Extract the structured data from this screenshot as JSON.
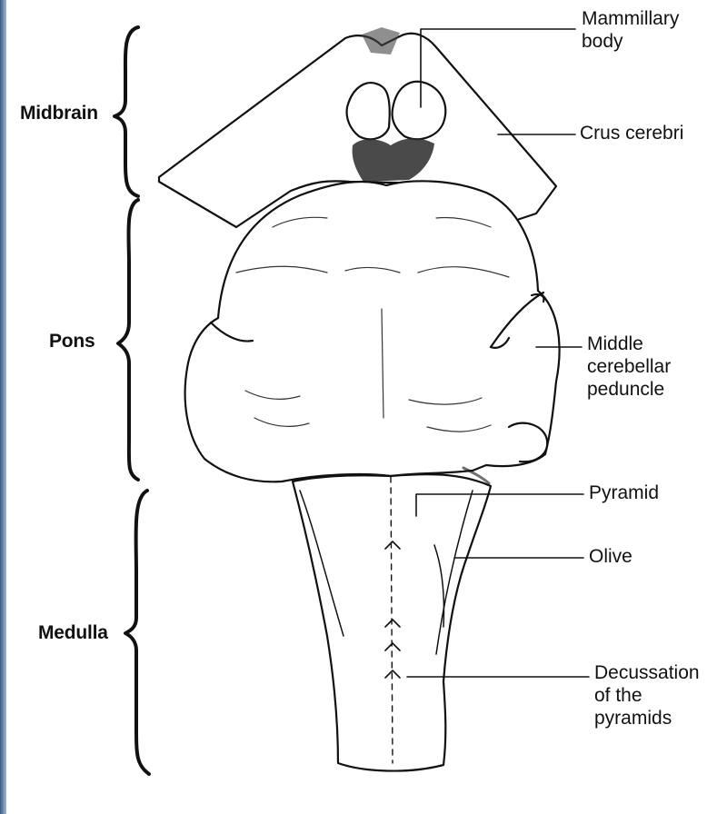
{
  "regions": {
    "midbrain": "Midbrain",
    "pons": "Pons",
    "medulla": "Medulla"
  },
  "labels": {
    "mammillary": [
      "Mammillary",
      "body"
    ],
    "crus": [
      "Crus cerebri"
    ],
    "middle_peduncle": [
      "Middle",
      "cerebellar",
      "peduncle"
    ],
    "pyramid": [
      "Pyramid"
    ],
    "olive": [
      "Olive"
    ],
    "decussation": [
      "Decussation",
      "of the",
      "pyramids"
    ]
  },
  "colors": {
    "ink": "#111111",
    "paper": "#ffffff",
    "edge_strip": "#3b5a86"
  }
}
